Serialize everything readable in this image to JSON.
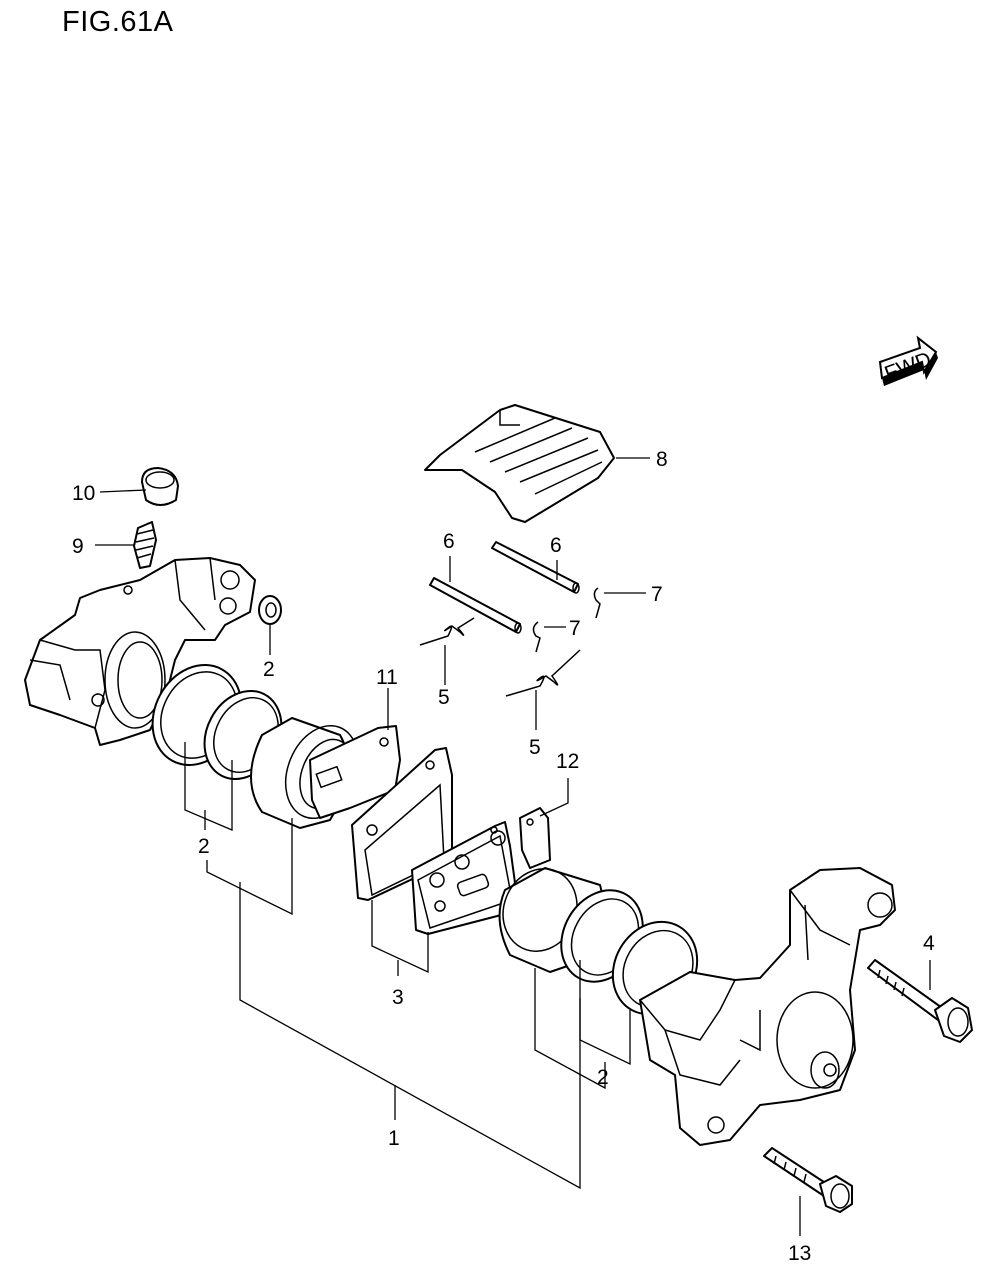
{
  "figure": {
    "title": "FIG.61A"
  },
  "direction_badge": {
    "text": "FWD"
  },
  "callouts": {
    "c1": "1",
    "c2a": "2",
    "c2b": "2",
    "c2c": "2",
    "c3": "3",
    "c4": "4",
    "c5a": "5",
    "c5b": "5",
    "c6a": "6",
    "c6b": "6",
    "c7a": "7",
    "c7b": "7",
    "c8": "8",
    "c9": "9",
    "c10": "10",
    "c11": "11",
    "c12": "12",
    "c13": "13"
  }
}
